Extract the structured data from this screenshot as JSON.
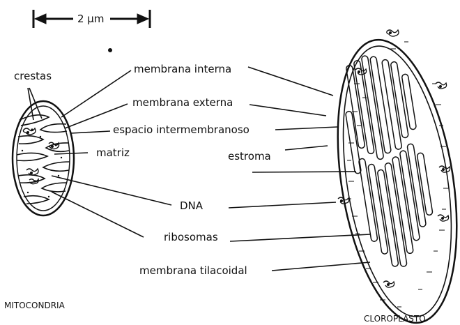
{
  "scale_bar": {
    "text": "2 μm"
  },
  "labels": {
    "crestas": "crestas",
    "membrana_interna": "membrana interna",
    "membrana_externa": "membrana externa",
    "espacio_intermembranoso": "espacio intermembranoso",
    "matriz": "matriz",
    "estroma": "estroma",
    "dna": "DNA",
    "ribosomas": "ribosomas",
    "membrana_tilacoidal": "membrana tilacoidal"
  },
  "captions": {
    "mitocondria": "MITOCONDRIA",
    "cloroplasto": "CLOROPLASTO"
  },
  "colors": {
    "ink": "#111111",
    "background": "#ffffff"
  }
}
